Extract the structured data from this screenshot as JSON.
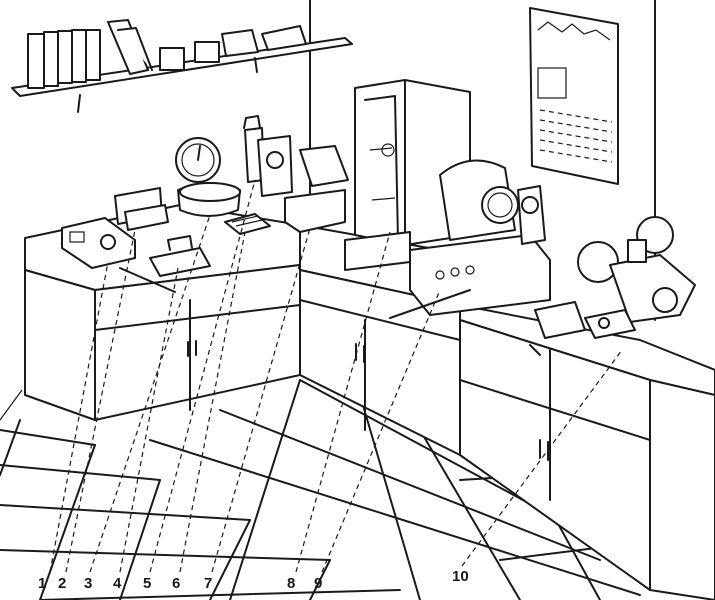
{
  "callouts": [
    {
      "id": "1",
      "label": "1"
    },
    {
      "id": "2",
      "label": "2"
    },
    {
      "id": "3",
      "label": "3"
    },
    {
      "id": "4",
      "label": "4"
    },
    {
      "id": "5",
      "label": "5"
    },
    {
      "id": "6",
      "label": "6"
    },
    {
      "id": "7",
      "label": "7"
    },
    {
      "id": "8",
      "label": "8"
    },
    {
      "id": "9",
      "label": "9"
    },
    {
      "id": "10",
      "label": "10"
    }
  ],
  "colors": {
    "ink": "#1a1a1a",
    "paper": "#ffffff"
  }
}
